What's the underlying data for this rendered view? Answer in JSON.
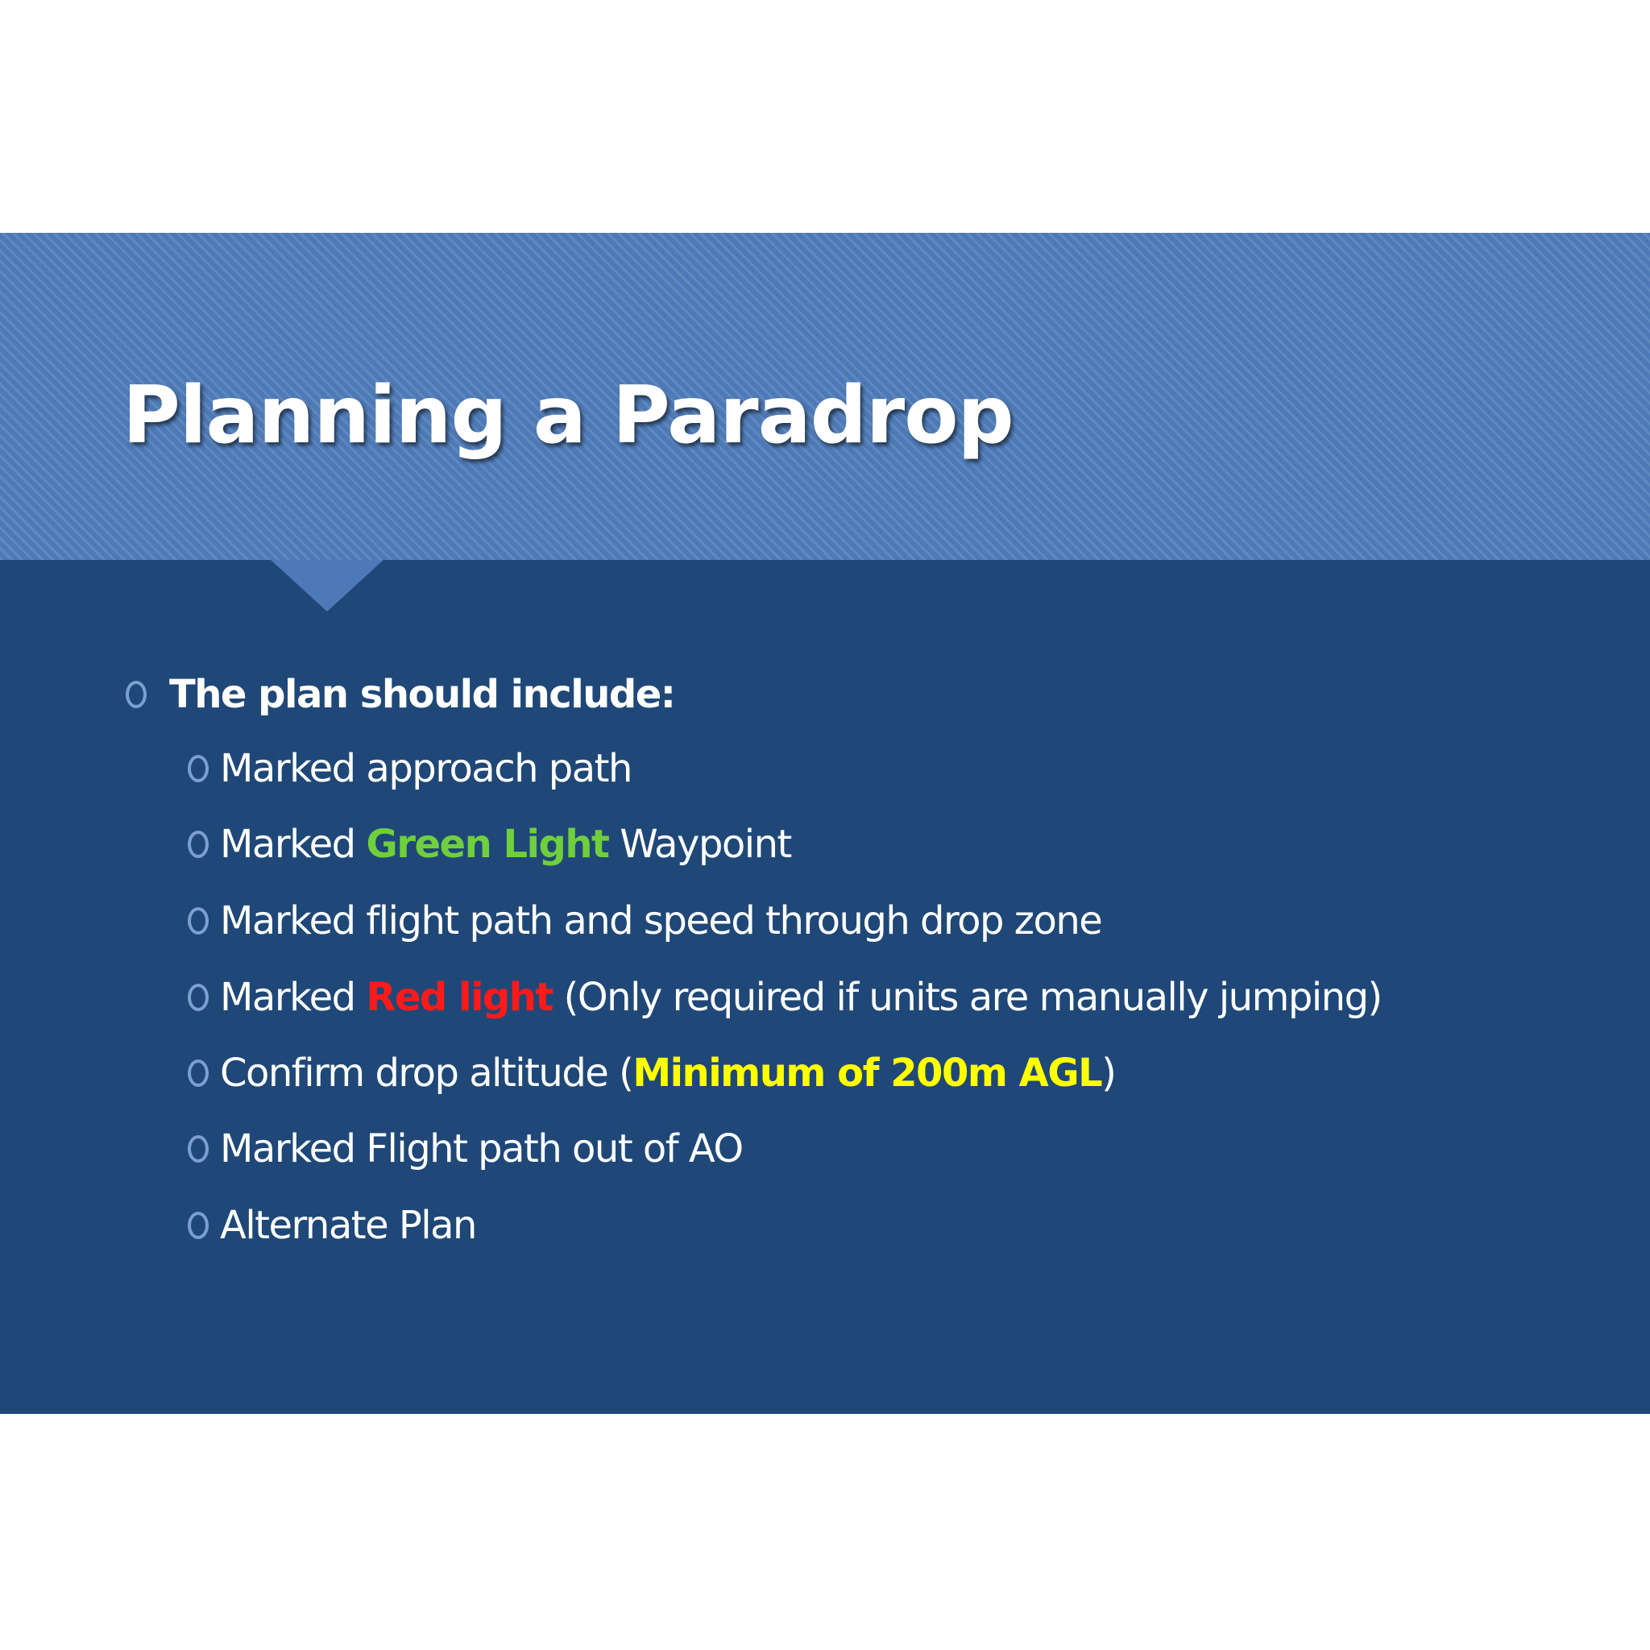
{
  "slide": {
    "title": "Planning a Paradrop",
    "colors": {
      "band": "#4d7ab7",
      "body": "#1f4878",
      "text": "#ffffff",
      "bullet": "#7d9fd0",
      "green": "#6fcf3d",
      "red": "#ff1a1a",
      "yellow": "#ffff00"
    },
    "bullet_icon": "hollow-circle-bullet",
    "heading_bullet": "The plan should include:",
    "items": [
      {
        "text": "Marked approach path"
      },
      {
        "before": "Marked ",
        "highlight": "Green Light",
        "after": " Waypoint",
        "highlight_color": "green"
      },
      {
        "text": "Marked flight path and speed through drop zone"
      },
      {
        "before": "Marked ",
        "highlight": "Red light",
        "after": " (Only required if units are manually jumping)",
        "highlight_color": "red"
      },
      {
        "before": "Confirm drop altitude (",
        "highlight": "Minimum of 200m AGL",
        "after": ")",
        "highlight_color": "yellow"
      },
      {
        "text": "Marked Flight path out of AO"
      },
      {
        "text": "Alternate Plan"
      }
    ]
  }
}
